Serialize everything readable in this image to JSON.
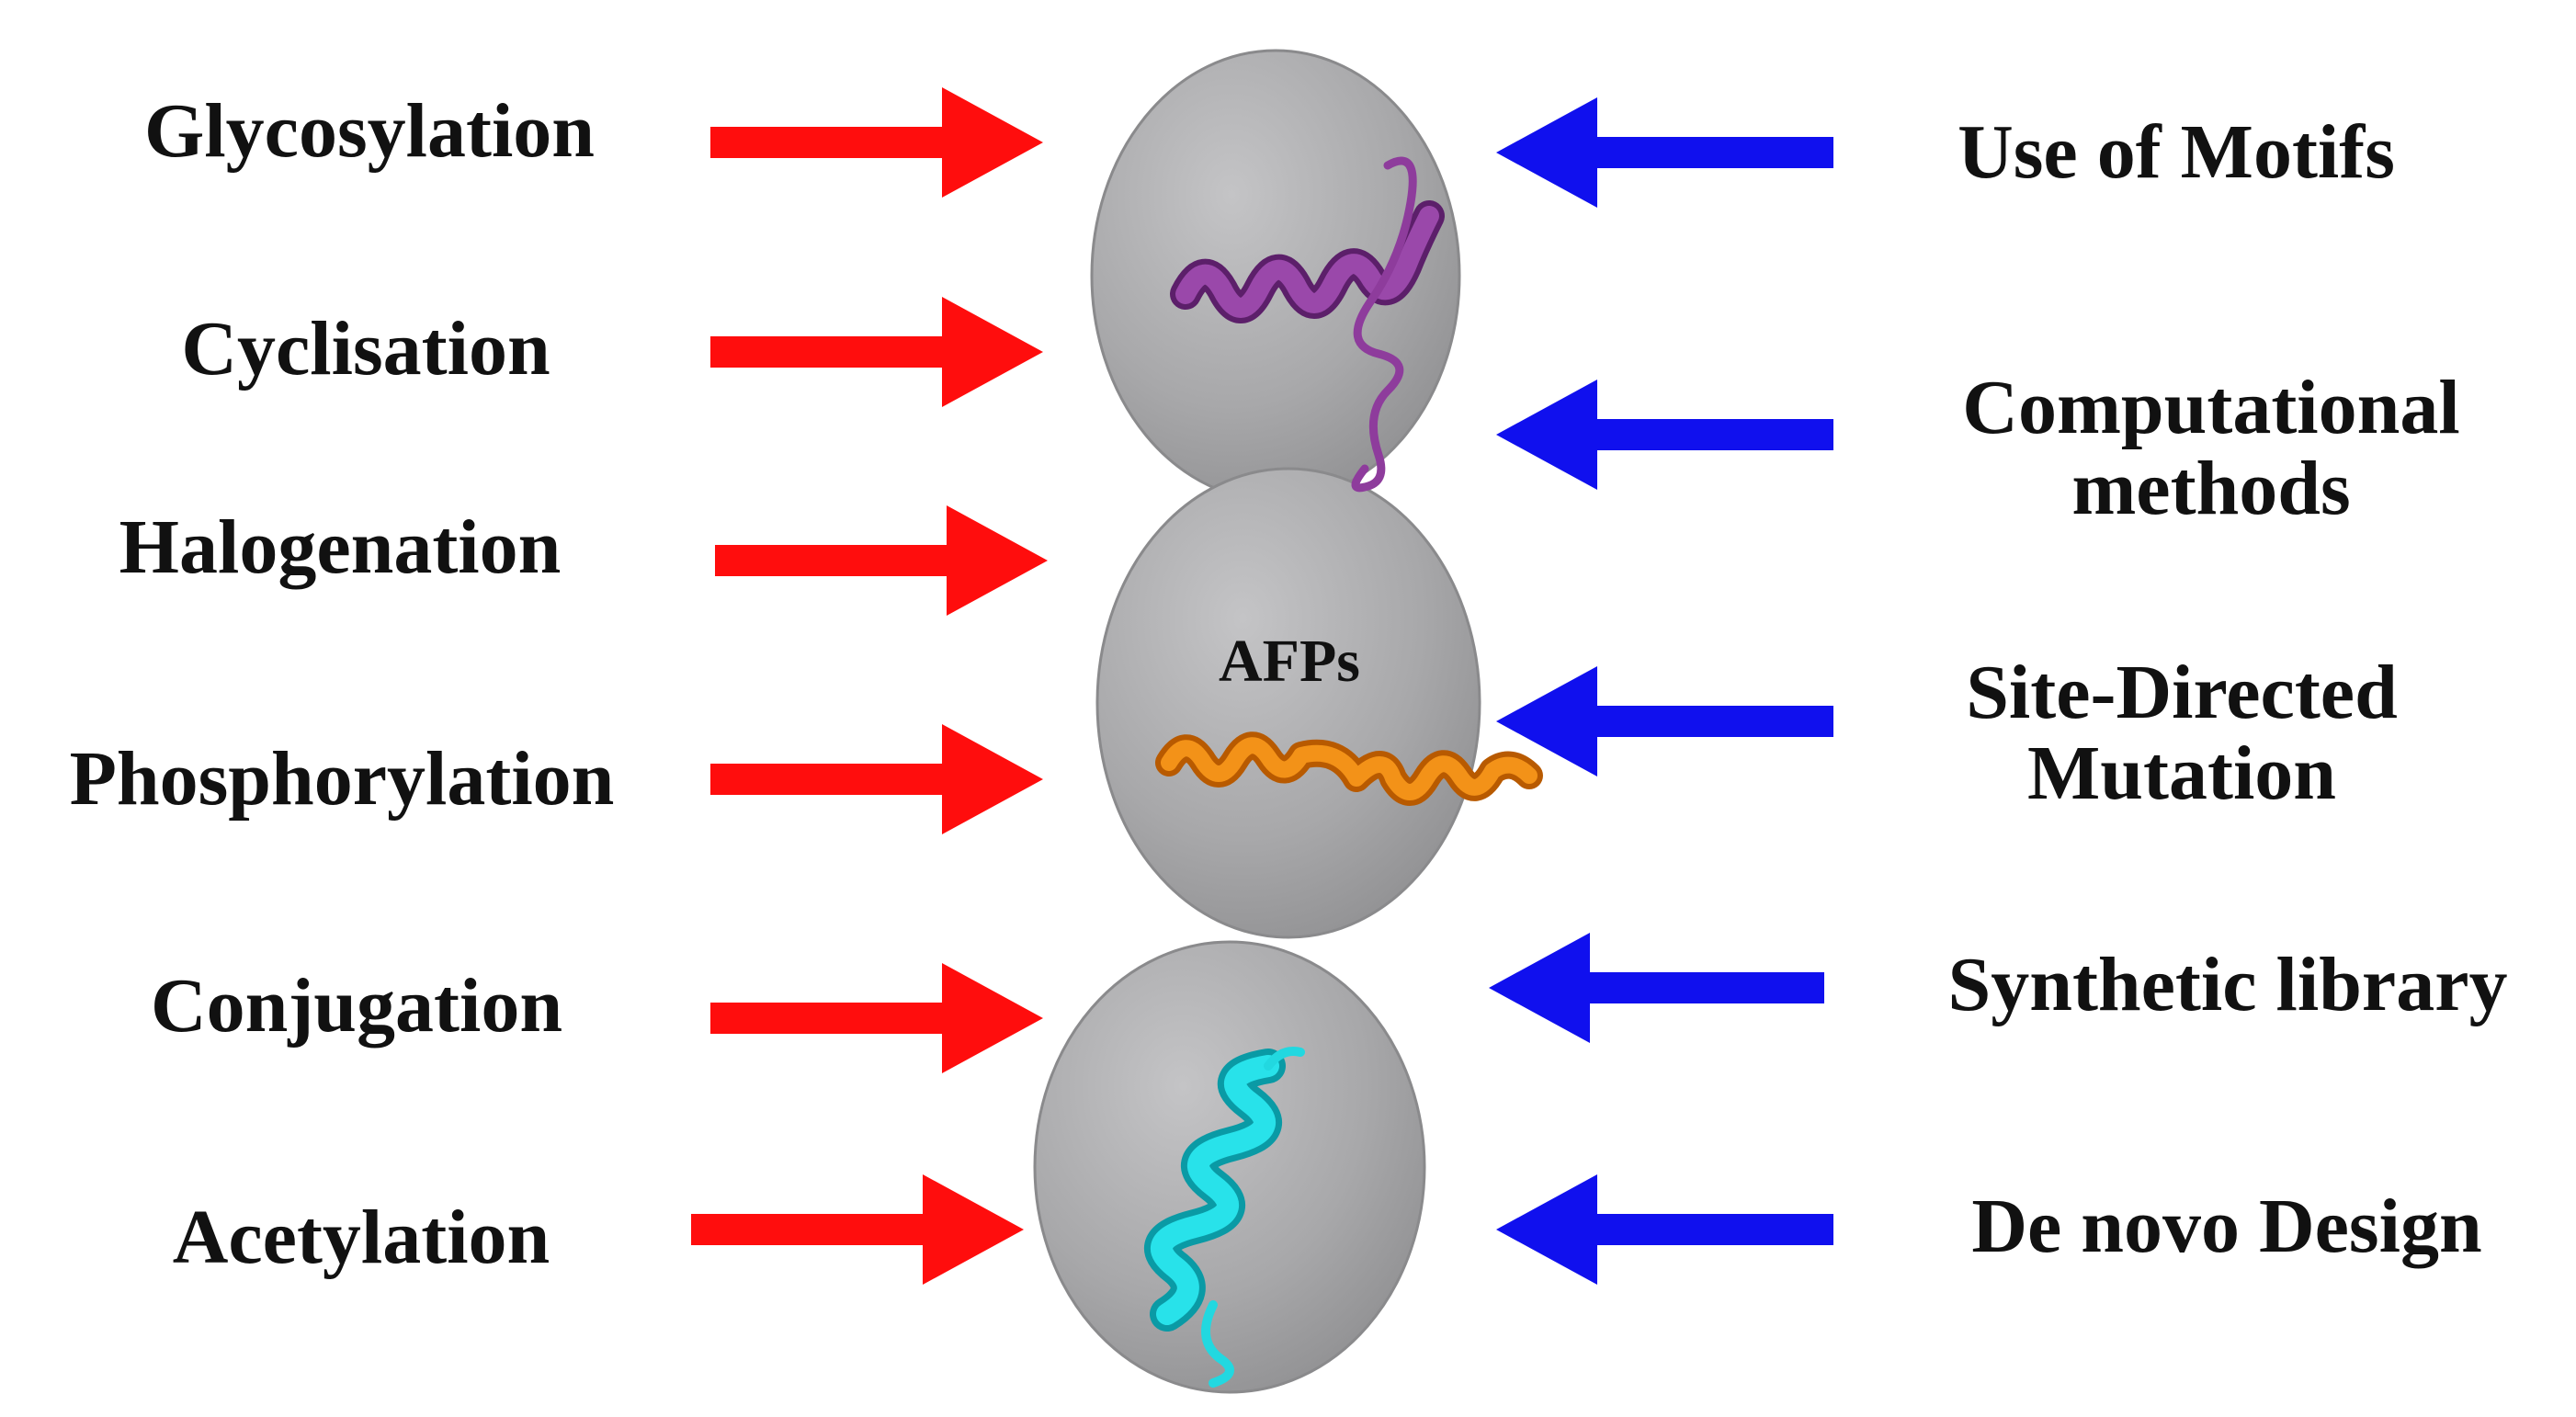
{
  "center": {
    "label": "AFPs"
  },
  "modifications": [
    {
      "label": "Glycosylation"
    },
    {
      "label": "Cyclisation"
    },
    {
      "label": "Halogenation"
    },
    {
      "label": "Phosphorylation"
    },
    {
      "label": "Conjugation"
    },
    {
      "label": "Acetylation"
    }
  ],
  "design_methods": [
    {
      "lines": [
        "Use of Motifs"
      ]
    },
    {
      "lines": [
        "Computational",
        "methods"
      ]
    },
    {
      "lines": [
        "Site-Directed",
        "Mutation"
      ]
    },
    {
      "lines": [
        "Synthetic library"
      ]
    },
    {
      "lines": [
        "De novo Design"
      ]
    }
  ],
  "colors": {
    "left_arrow": "#ff0d0d",
    "right_arrow": "#1010ee",
    "ellipse": "#a9a9ab",
    "helix_top": "#8e3c9c",
    "helix_middle": "#f08a10",
    "helix_bottom": "#22d8e0"
  }
}
